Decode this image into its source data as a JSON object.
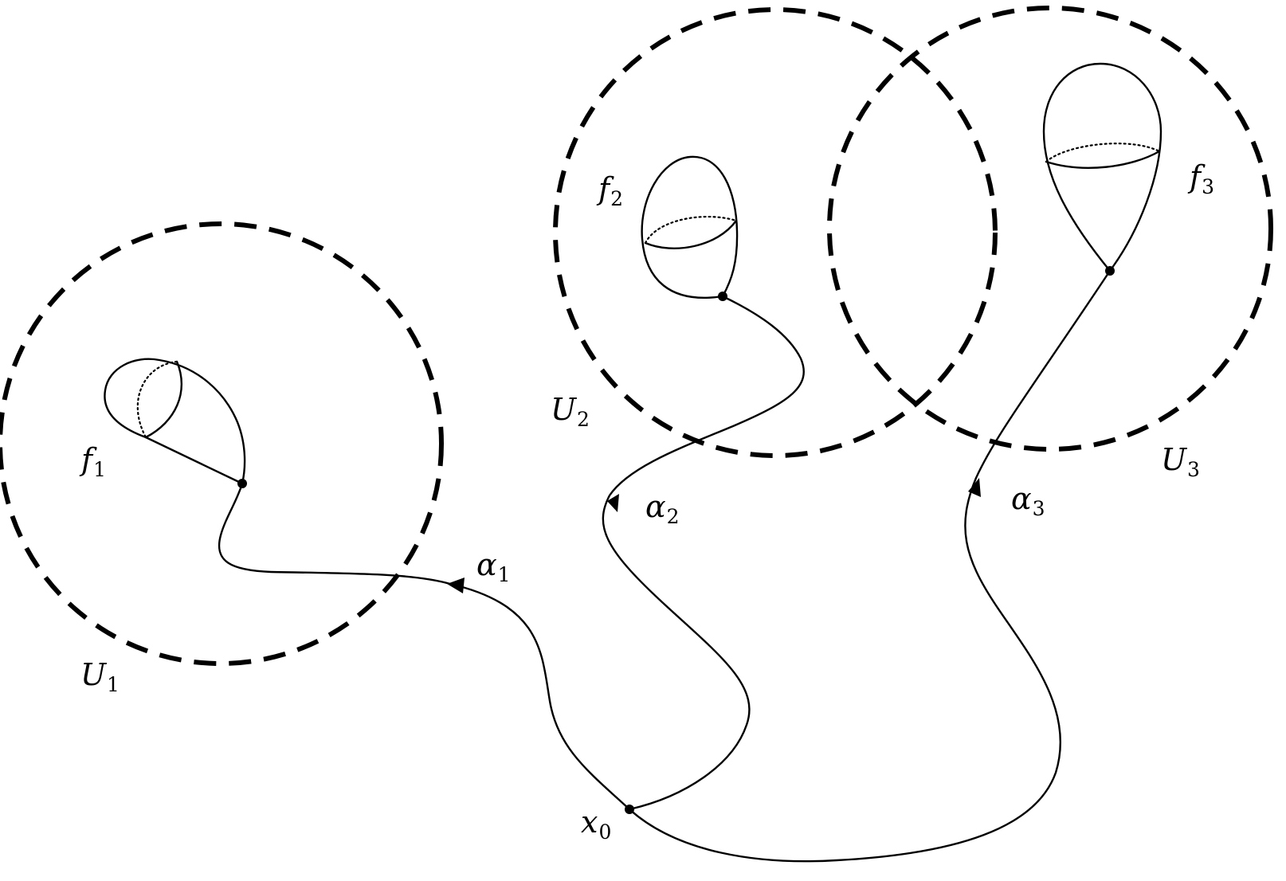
{
  "labels": {
    "U1": {
      "main": "U",
      "sub": "1"
    },
    "U2": {
      "main": "U",
      "sub": "2"
    },
    "U3": {
      "main": "U",
      "sub": "3"
    },
    "f1": {
      "main": "f",
      "sub": "1"
    },
    "f2": {
      "main": "f",
      "sub": "2"
    },
    "f3": {
      "main": "f",
      "sub": "3"
    },
    "alpha1": {
      "main": "α",
      "sub": "1"
    },
    "alpha2": {
      "main": "α",
      "sub": "2"
    },
    "alpha3": {
      "main": "α",
      "sub": "3"
    },
    "x0": {
      "main": "x",
      "sub": "0"
    }
  },
  "colors": {
    "stroke": "#000000",
    "background": "#ffffff"
  }
}
